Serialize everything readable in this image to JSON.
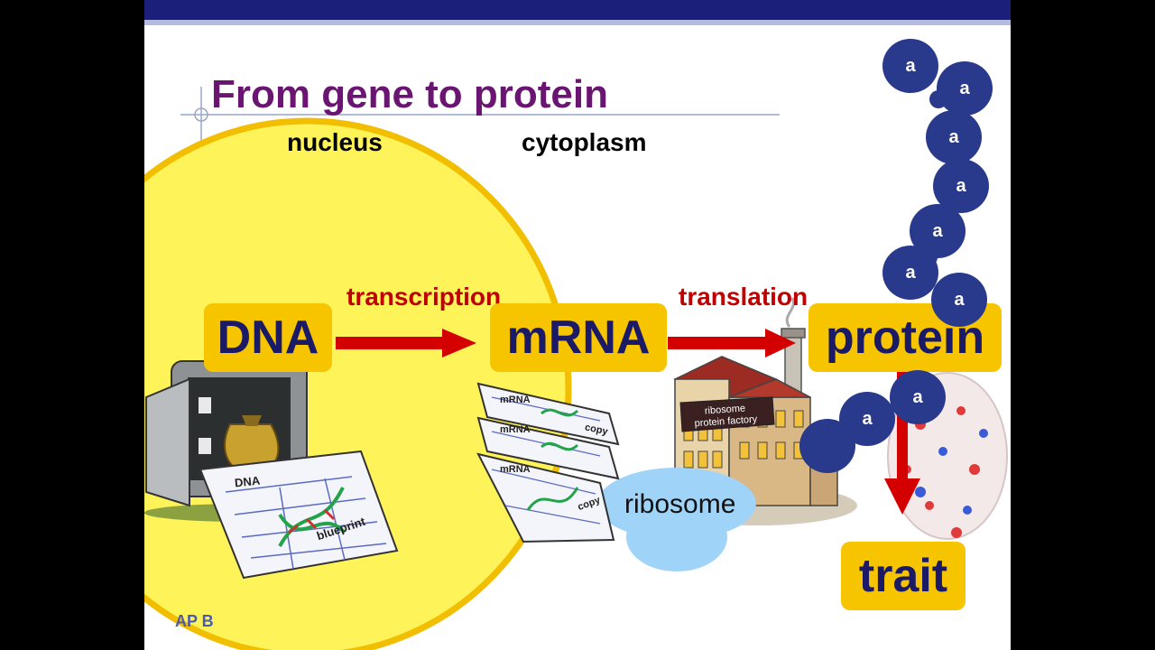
{
  "slide": {
    "title": "From gene to protein",
    "footer": "AP B"
  },
  "regions": {
    "nucleus": "nucleus",
    "cytoplasm": "cytoplasm"
  },
  "processes": {
    "transcription": "transcription",
    "translation": "translation"
  },
  "nodes": {
    "dna": "DNA",
    "mrna": "mRNA",
    "protein": "protein",
    "trait": "trait",
    "ribosome": "ribosome"
  },
  "illustration_labels": {
    "dna_blueprint_title": "DNA",
    "dna_blueprint_caption": "blueprint",
    "mrna_copy_title": "mRNA",
    "mrna_copy_caption": "copy",
    "factory_sign_line1": "ribosome",
    "factory_sign_line2": "protein factory"
  },
  "amino_acid_label": "a",
  "colors": {
    "title": "#6b1572",
    "node_fill": "#f7c400",
    "node_text": "#1a1a66",
    "arrow": "#d40000",
    "nucleus_fill": "#fff35a",
    "nucleus_border": "#f2be00",
    "ribosome_fill": "#9fd3f8",
    "amino_acid": "#293a8c"
  }
}
